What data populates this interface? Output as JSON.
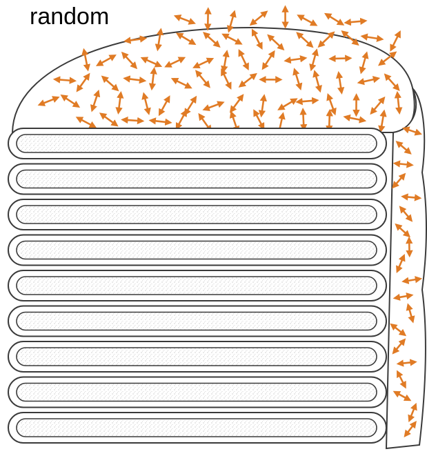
{
  "caption": "random",
  "colors": {
    "arrow": "#e07b25",
    "outline": "#3a3a3a",
    "stipple": "#b0b0b0",
    "background": "#ffffff"
  },
  "diagram": {
    "disc_count": 9,
    "arrow_style": "double-headed",
    "arrow_orientation": "random"
  }
}
